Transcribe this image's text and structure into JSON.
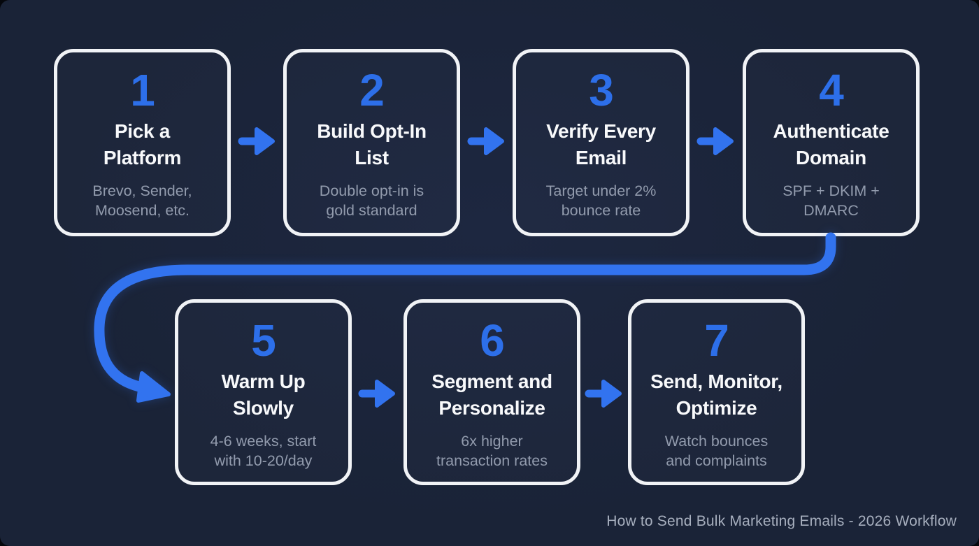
{
  "page": {
    "caption": "How to Send Bulk Marketing Emails - 2026 Workflow"
  },
  "colors": {
    "bg": "#1a2337",
    "bg_center": "#1d2740",
    "box_border": "#f1f3f6",
    "accent_blue": "#3273ef",
    "number_blue": "#2d6fe9",
    "title_white": "#f8f9fb",
    "subtitle_gray": "#929bad",
    "caption_gray": "#a7afbe"
  },
  "icons": {
    "step_arrow": "arrow-right",
    "flow_connector": "curved-arrow-down-left"
  },
  "steps": [
    {
      "number": "1",
      "title": "Pick a\nPlatform",
      "subtitle": "Brevo, Sender,\nMoosend, etc."
    },
    {
      "number": "2",
      "title": "Build Opt-In\nList",
      "subtitle": "Double opt-in is\ngold standard"
    },
    {
      "number": "3",
      "title": "Verify Every\nEmail",
      "subtitle": "Target under 2%\nbounce rate"
    },
    {
      "number": "4",
      "title": "Authenticate\nDomain",
      "subtitle": "SPF + DKIM +\nDMARC"
    },
    {
      "number": "5",
      "title": "Warm Up\nSlowly",
      "subtitle": "4-6 weeks, start\nwith 10-20/day"
    },
    {
      "number": "6",
      "title": "Segment and\nPersonalize",
      "subtitle": "6x higher\ntransaction rates"
    },
    {
      "number": "7",
      "title": "Send, Monitor,\nOptimize",
      "subtitle": "Watch bounces\nand complaints"
    }
  ]
}
